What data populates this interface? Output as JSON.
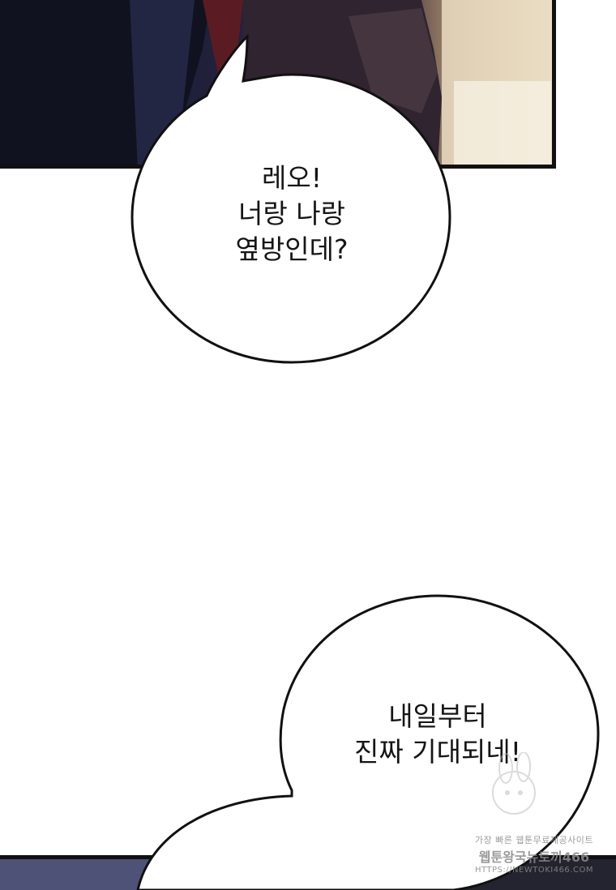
{
  "panels": {
    "top": {
      "description_free": true
    },
    "bottom": {
      "description_free": true
    }
  },
  "bubbles": [
    {
      "text": "레오!\n너랑 나랑\n옆방인데?"
    },
    {
      "text": "내일부터\n진짜 기대되네!"
    }
  ],
  "watermark": {
    "line1": "가장 빠른 웹툰무료제공사이트",
    "line2": "웹툰왕국뉴토끼466",
    "line3": "HTTPS://NEWTOKI466.COM"
  },
  "colors": {
    "bubble_fill": "#ffffff",
    "bubble_stroke": "#111111",
    "text": "#151515",
    "background": "#ffffff"
  }
}
